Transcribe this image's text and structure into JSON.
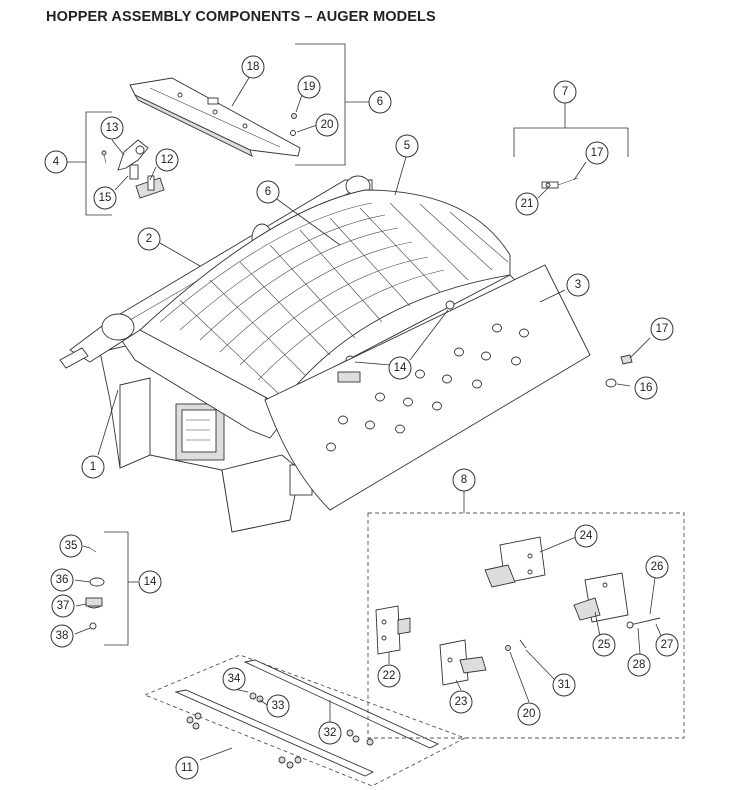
{
  "title": "HOPPER ASSEMBLY COMPONENTS – AUGER MODELS",
  "callouts": [
    "1",
    "2",
    "3",
    "4",
    "5",
    "6",
    "7",
    "8",
    "11",
    "12",
    "13",
    "14",
    "15",
    "16",
    "17",
    "18",
    "19",
    "20",
    "21",
    "22",
    "23",
    "24",
    "25",
    "26",
    "27",
    "28",
    "31",
    "32",
    "33",
    "34",
    "35",
    "36",
    "37",
    "38"
  ]
}
